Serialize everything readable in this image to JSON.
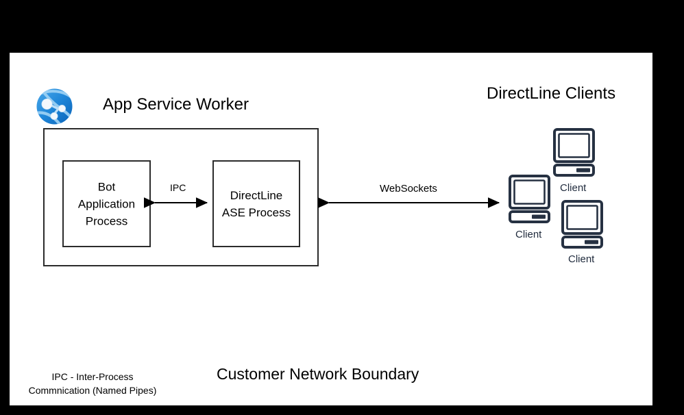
{
  "slide": {
    "background_color": "#ffffff",
    "outer_background_color": "#000000"
  },
  "titles": {
    "app_service_worker": "App Service Worker",
    "directline_clients": "DirectLine Clients",
    "customer_network_boundary": "Customer Network Boundary"
  },
  "icons": {
    "azure_app_service": "azure-app-service-globe-icon",
    "client_computer": "desktop-computer-icon"
  },
  "boxes": {
    "app_service_worker": {
      "label": "",
      "border_color": "#2b2b2b"
    },
    "bot_application": {
      "line1": "Bot",
      "line2": "Application",
      "line3": "Process"
    },
    "directline_ase": {
      "line1": "DirectLine",
      "line2": "ASE Process"
    }
  },
  "connections": {
    "ipc": {
      "label": "IPC",
      "type": "bidirectional-arrow"
    },
    "websockets": {
      "label": "WebSockets",
      "type": "bidirectional-arrow"
    }
  },
  "clients": [
    {
      "label": "Client"
    },
    {
      "label": "Client"
    },
    {
      "label": "Client"
    }
  ],
  "footnote": {
    "line1": "IPC - Inter-Process",
    "line2": "Commnication (Named Pipes)"
  },
  "colors": {
    "azure_blue_light": "#3a9fe8",
    "azure_blue_dark": "#0e6fc4",
    "client_navy": "#1f2a3c",
    "stroke_black": "#000000",
    "box_border": "#2b2b2b"
  }
}
